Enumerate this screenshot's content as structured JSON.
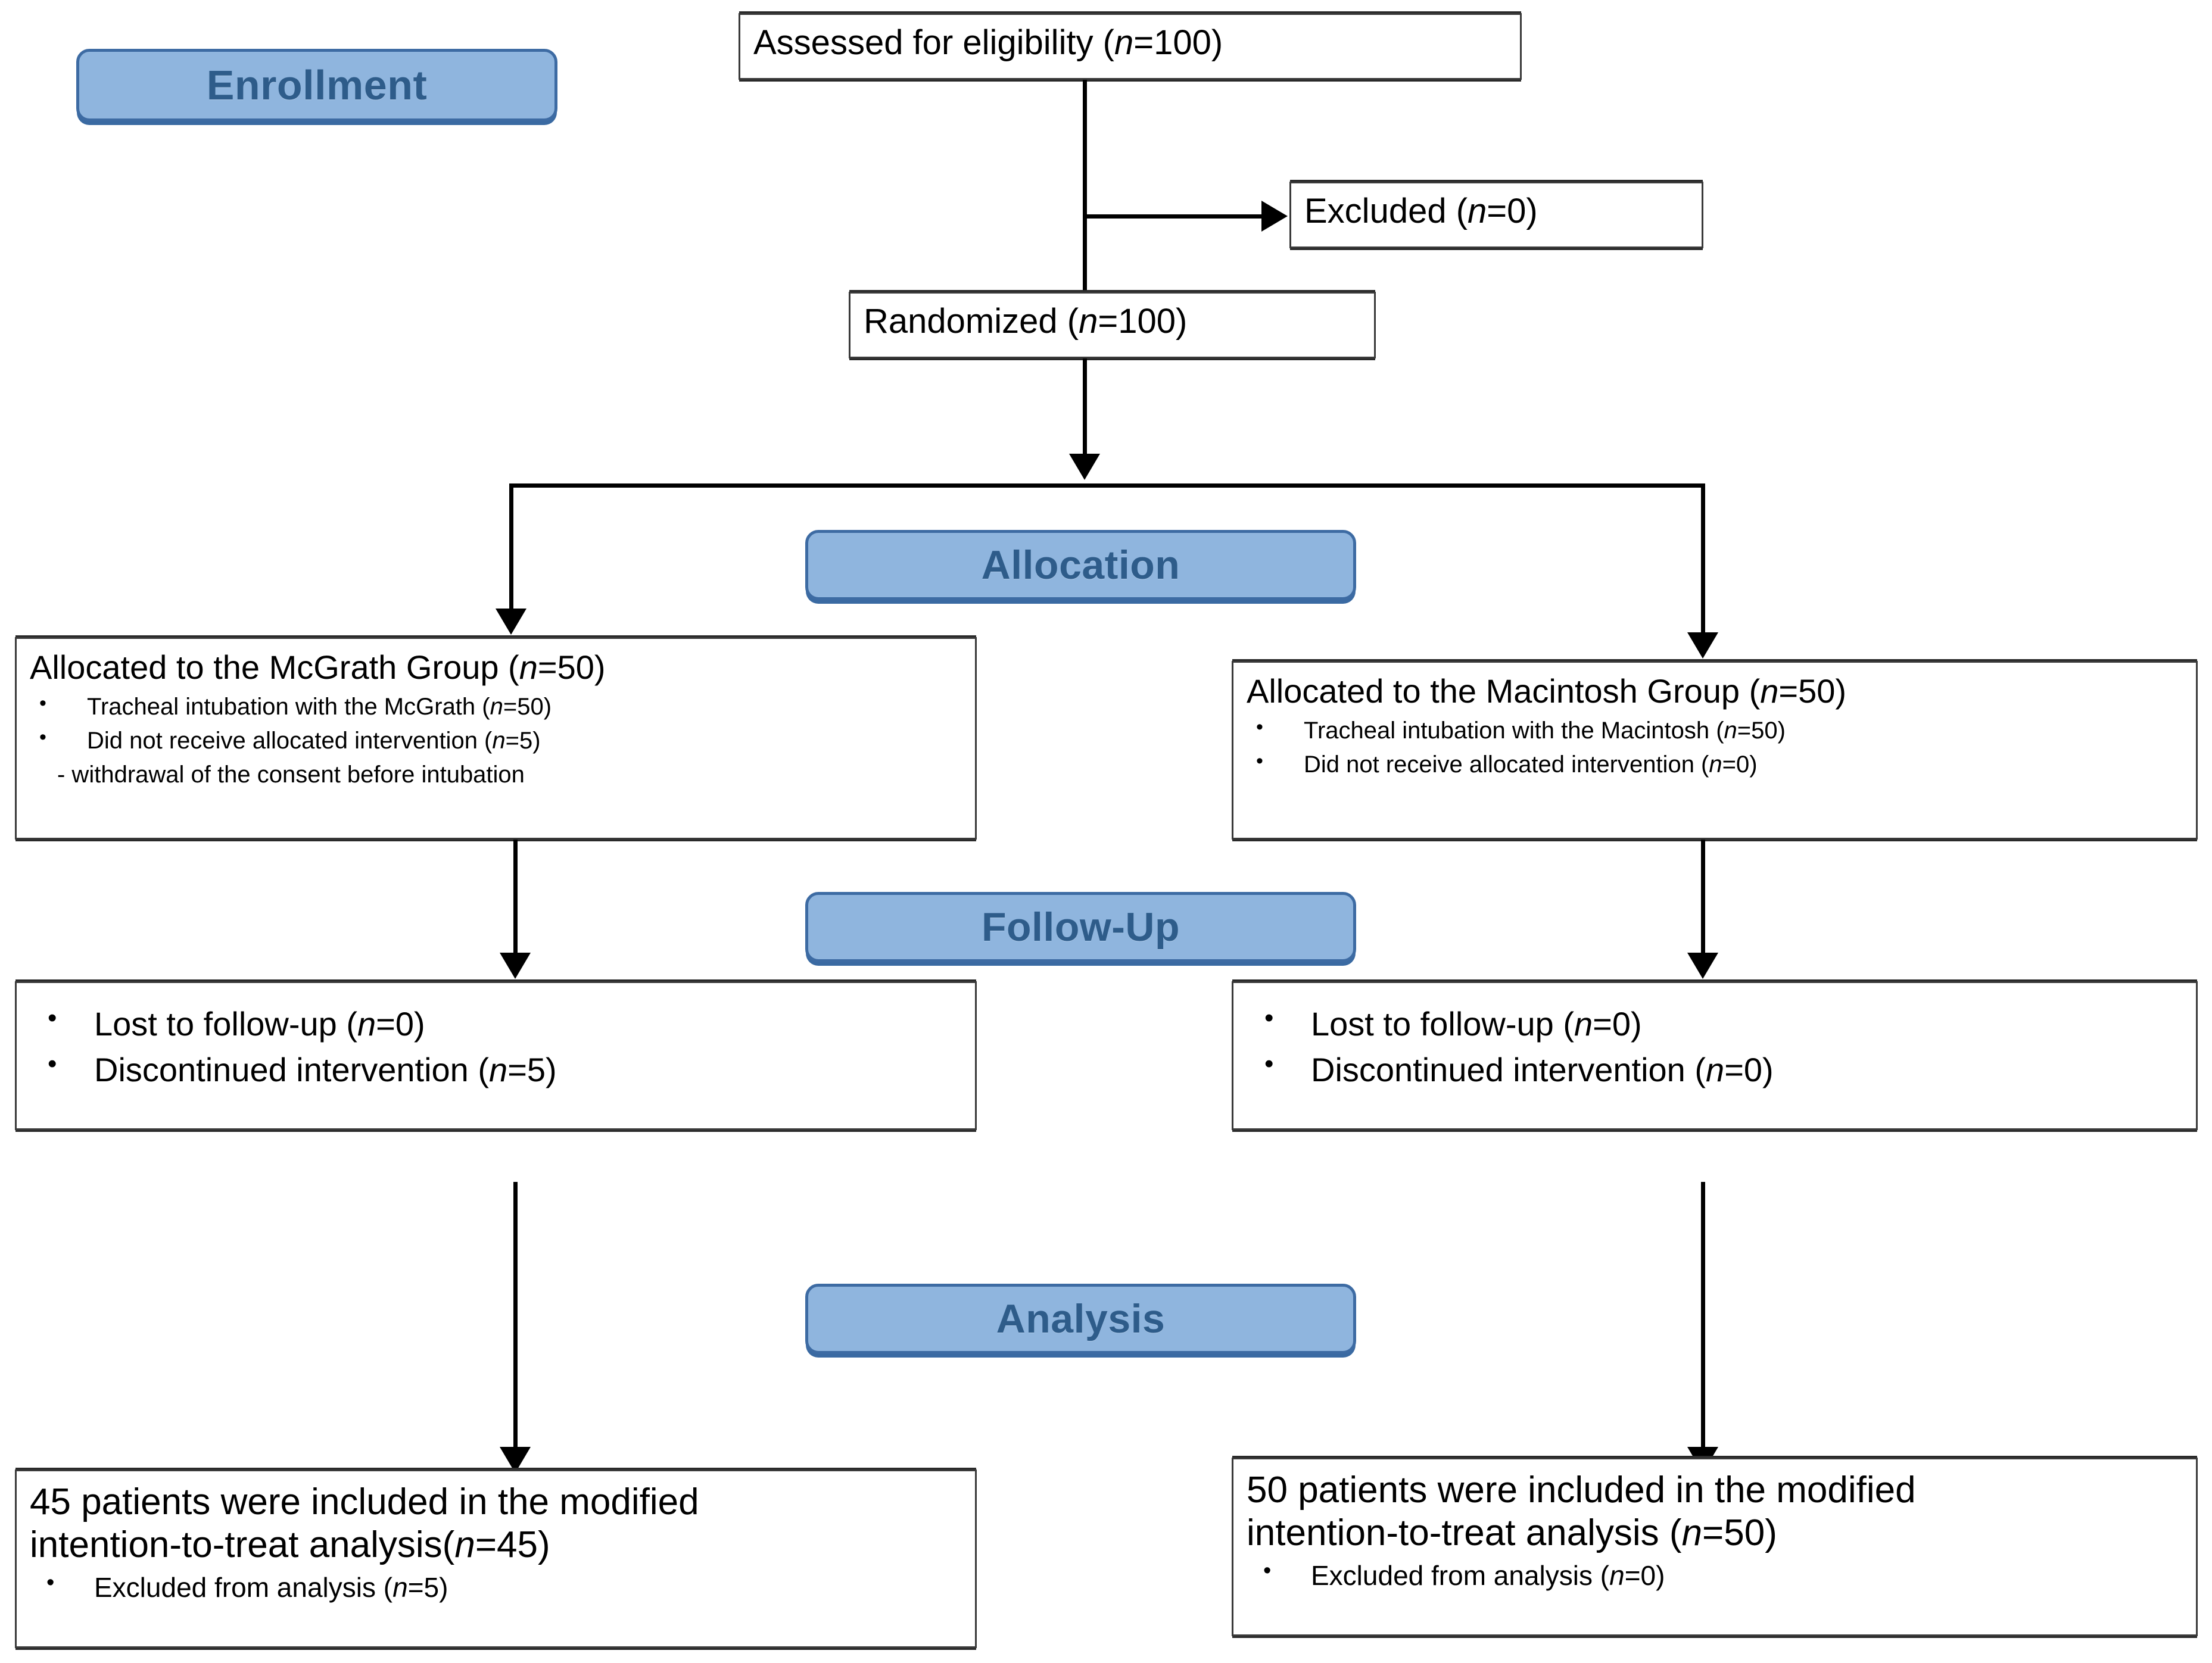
{
  "diagram": {
    "title": "CONSORT participant flow diagram",
    "accent_fill": "#8FB5DE",
    "accent_border": "#3D6BA3",
    "accent_text": "#2E5C8A",
    "line_color": "#000000",
    "box_border": "#3a3a3a"
  },
  "stages": {
    "enrollment": "Enrollment",
    "allocation": "Allocation",
    "followup": "Follow-Up",
    "analysis": "Analysis"
  },
  "enrollment": {
    "assessed": {
      "text": "Assessed for eligibility (",
      "n_label": "n",
      "n_value": "=100)"
    },
    "excluded": {
      "text": "Excluded (",
      "n_label": "n",
      "n_value": "=0)"
    },
    "randomized": {
      "text": "Randomized (",
      "n_label": "n",
      "n_value": "=100)"
    }
  },
  "allocation": {
    "left": {
      "headline_pre": "Allocated to the McGrath Group (",
      "headline_n": "n",
      "headline_post": "=50)",
      "bullets": [
        {
          "pre": "Tracheal intubation with the McGrath (",
          "n": "n",
          "post": "=50)"
        },
        {
          "pre": "Did not receive allocated intervention (",
          "n": "n",
          "post": "=5)"
        }
      ],
      "subline": "- withdrawal of the consent before intubation"
    },
    "right": {
      "headline_pre": "Allocated to the Macintosh Group (",
      "headline_n": "n",
      "headline_post": "=50)",
      "bullets": [
        {
          "pre": "Tracheal intubation with the Macintosh (",
          "n": "n",
          "post": "=50)"
        },
        {
          "pre": "Did not receive allocated intervention (",
          "n": "n",
          "post": "=0)"
        }
      ]
    }
  },
  "followup": {
    "left": {
      "bullets": [
        {
          "pre": "Lost to follow-up (",
          "n": "n",
          "post": "=0)"
        },
        {
          "pre": "Discontinued intervention (",
          "n": "n",
          "post": "=5)"
        }
      ]
    },
    "right": {
      "bullets": [
        {
          "pre": "Lost to follow-up (",
          "n": "n",
          "post": "=0)"
        },
        {
          "pre": "Discontinued intervention (",
          "n": "n",
          "post": "=0)"
        }
      ]
    }
  },
  "analysis": {
    "left": {
      "line1": "45 patients were included in the modified",
      "line2_pre": "intention-to-treat analysis(",
      "line2_n": "n",
      "line2_post": "=45)",
      "bullets": [
        {
          "pre": "Excluded from analysis (",
          "n": "n",
          "post": "=5)"
        }
      ]
    },
    "right": {
      "line1": "50 patients were included in the modified",
      "line2_pre": "intention-to-treat analysis (",
      "line2_n": "n",
      "line2_post": "=50)",
      "bullets": [
        {
          "pre": "Excluded from analysis (",
          "n": "n",
          "post": "=0)"
        }
      ]
    }
  }
}
